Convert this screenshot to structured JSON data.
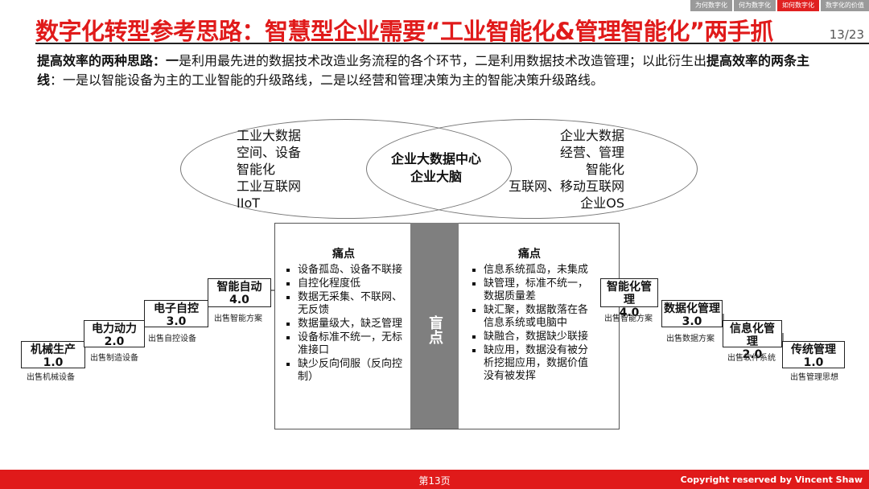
{
  "nav": [
    "为何数字化",
    "何为数字化",
    "如何数字化",
    "数字化的价值"
  ],
  "title": "数字化转型参考思路：智慧型企业需要“工业智能化&管理智能化”两手抓",
  "page_count": "13/23",
  "intro": {
    "b1": "提高效率的两种思路：一",
    "t1": "是利用最先进的数据技术改造业务流程的各个环节，二是利用数据技术改造管理；以此衍生出",
    "b2": "提高效率的两条主线",
    "t2": "：一是以智能设备为主的工业智能的升级路线，二是以经营和管理决策为主的智能决策升级路线。"
  },
  "left_ellipse": [
    "工业大数据",
    "空间、设备",
    "智能化",
    "工业互联网",
    "IIoT"
  ],
  "right_ellipse": [
    "企业大数据",
    "经营、管理",
    "智能化",
    "互联网、移动互联网",
    "企业OS"
  ],
  "center": [
    "企业大数据中心",
    "企业大脑"
  ],
  "blind_spot": "盲点",
  "left_pain": {
    "title": "痛点",
    "items": [
      "设备孤岛、设备不联接",
      "自控化程度低",
      "数据无采集、不联网、无反馈",
      "数据量级大，缺乏管理",
      "设备标准不统一，无标准接口",
      "缺少反向伺服（反向控制）"
    ]
  },
  "right_pain": {
    "title": "痛点",
    "items": [
      "信息系统孤岛，未集成",
      "缺管理，标准不统一，数据质量差",
      "缺汇聚，数据散落在各信息系统或电脑中",
      "缺融合，数据缺少联接",
      "缺应用，数据没有被分析挖掘应用，数据价值没有被发挥"
    ]
  },
  "left_steps": [
    {
      "name": "机械生产",
      "ver": "1.0",
      "cap": "出售机械设备"
    },
    {
      "name": "电力动力",
      "ver": "2.0",
      "cap": "出售制造设备"
    },
    {
      "name": "电子自控",
      "ver": "3.0",
      "cap": "出售自控设备"
    },
    {
      "name": "智能自动",
      "ver": "4.0",
      "cap": "出售智能方案"
    }
  ],
  "right_steps": [
    {
      "name": "智能化管理",
      "ver": "4.0",
      "cap": "出售智能方案"
    },
    {
      "name": "数据化管理",
      "ver": "3.0",
      "cap": "出售数据方案"
    },
    {
      "name": "信息化管理",
      "ver": "2.0",
      "cap": "出售软件系统"
    },
    {
      "name": "传统管理",
      "ver": "1.0",
      "cap": "出售管理思想"
    }
  ],
  "footer": {
    "page": "第13页",
    "copyright": "Copyright reserved by Vincent Shaw"
  }
}
